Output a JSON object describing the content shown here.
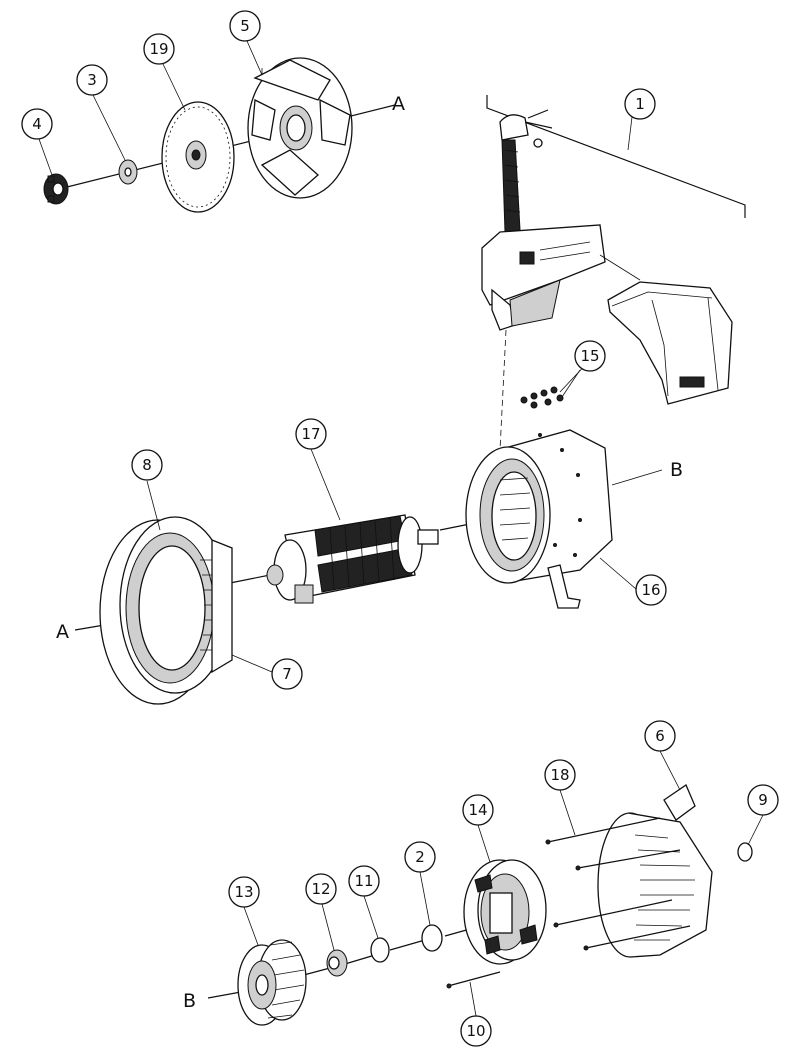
{
  "callouts": [
    {
      "id": "c1",
      "label": "1"
    },
    {
      "id": "c2",
      "label": "2"
    },
    {
      "id": "c3",
      "label": "3"
    },
    {
      "id": "c4",
      "label": "4"
    },
    {
      "id": "c5",
      "label": "5"
    },
    {
      "id": "c6",
      "label": "6"
    },
    {
      "id": "c7",
      "label": "7"
    },
    {
      "id": "c8",
      "label": "8"
    },
    {
      "id": "c9",
      "label": "9"
    },
    {
      "id": "c10",
      "label": "10"
    },
    {
      "id": "c11",
      "label": "11"
    },
    {
      "id": "c12",
      "label": "12"
    },
    {
      "id": "c13",
      "label": "13"
    },
    {
      "id": "c14",
      "label": "14"
    },
    {
      "id": "c15",
      "label": "15"
    },
    {
      "id": "c16",
      "label": "16"
    },
    {
      "id": "c17",
      "label": "17"
    },
    {
      "id": "c18",
      "label": "18"
    },
    {
      "id": "c19",
      "label": "19"
    }
  ],
  "axis_labels": {
    "a_top": "A",
    "a_left": "A",
    "b_right": "B",
    "b_bottom": "B"
  }
}
